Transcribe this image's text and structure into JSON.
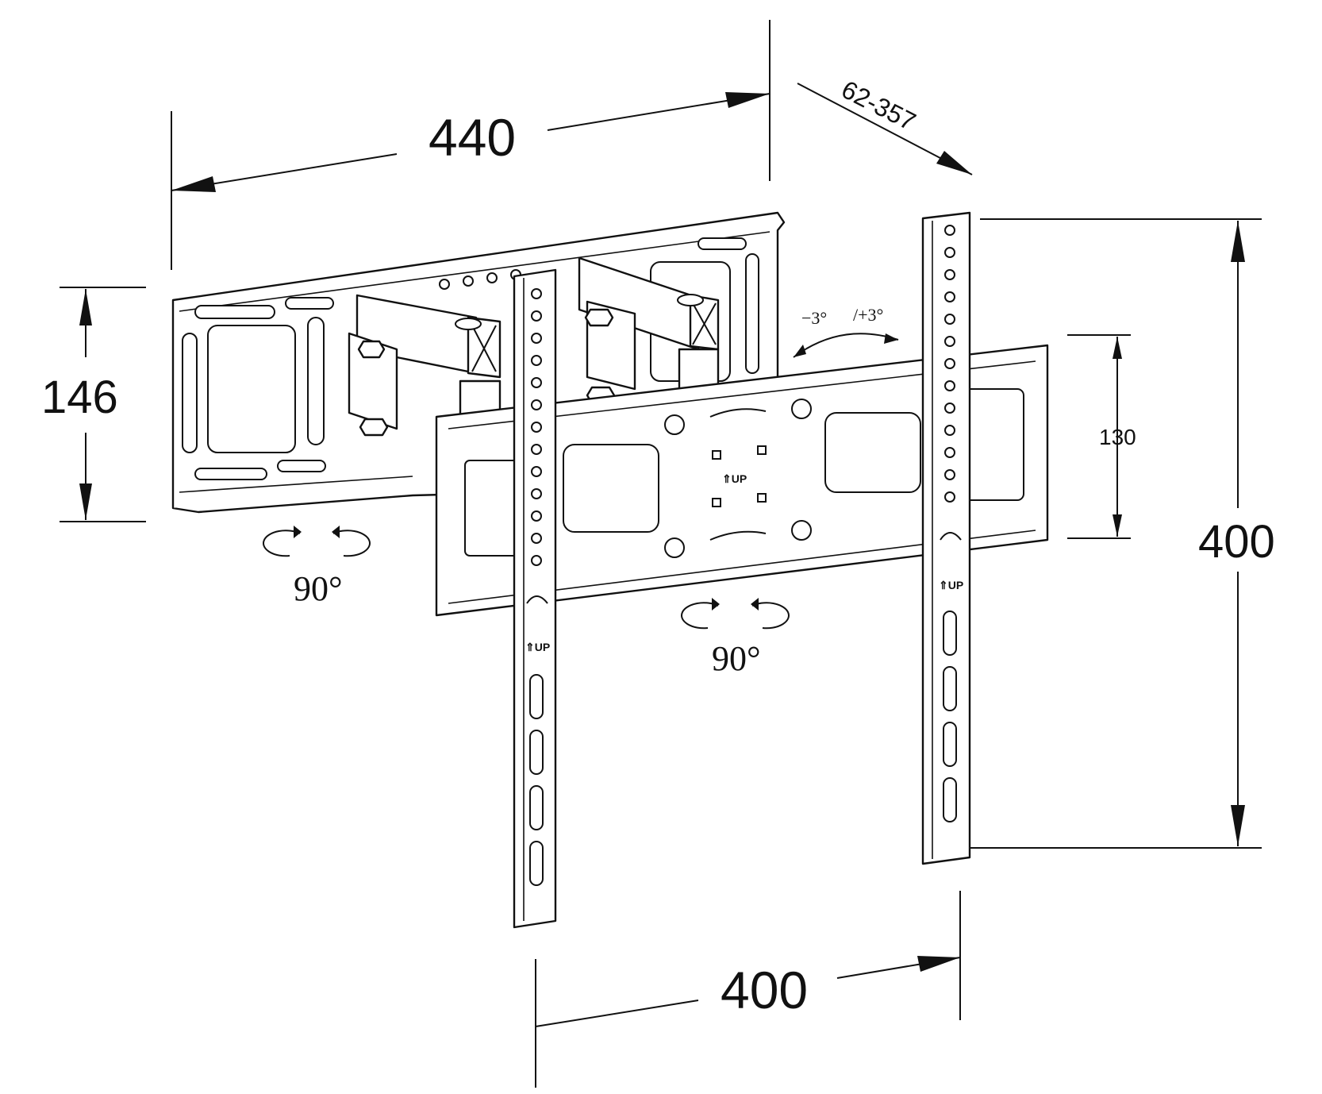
{
  "dimensions": {
    "arm_width": "440",
    "wall_plate_height": "146",
    "extension": "62-357",
    "crossbar_height": "130",
    "vesa_vertical": "400",
    "vesa_horizontal": "400"
  },
  "angles": {
    "swivel_wall": "90°",
    "swivel_arm": "90°",
    "tilt_minus": "−3°",
    "tilt_plus": "/+3°"
  },
  "labels": {
    "up_left": "⇑UP",
    "up_center": "⇑UP",
    "up_right": "⇑UP"
  }
}
